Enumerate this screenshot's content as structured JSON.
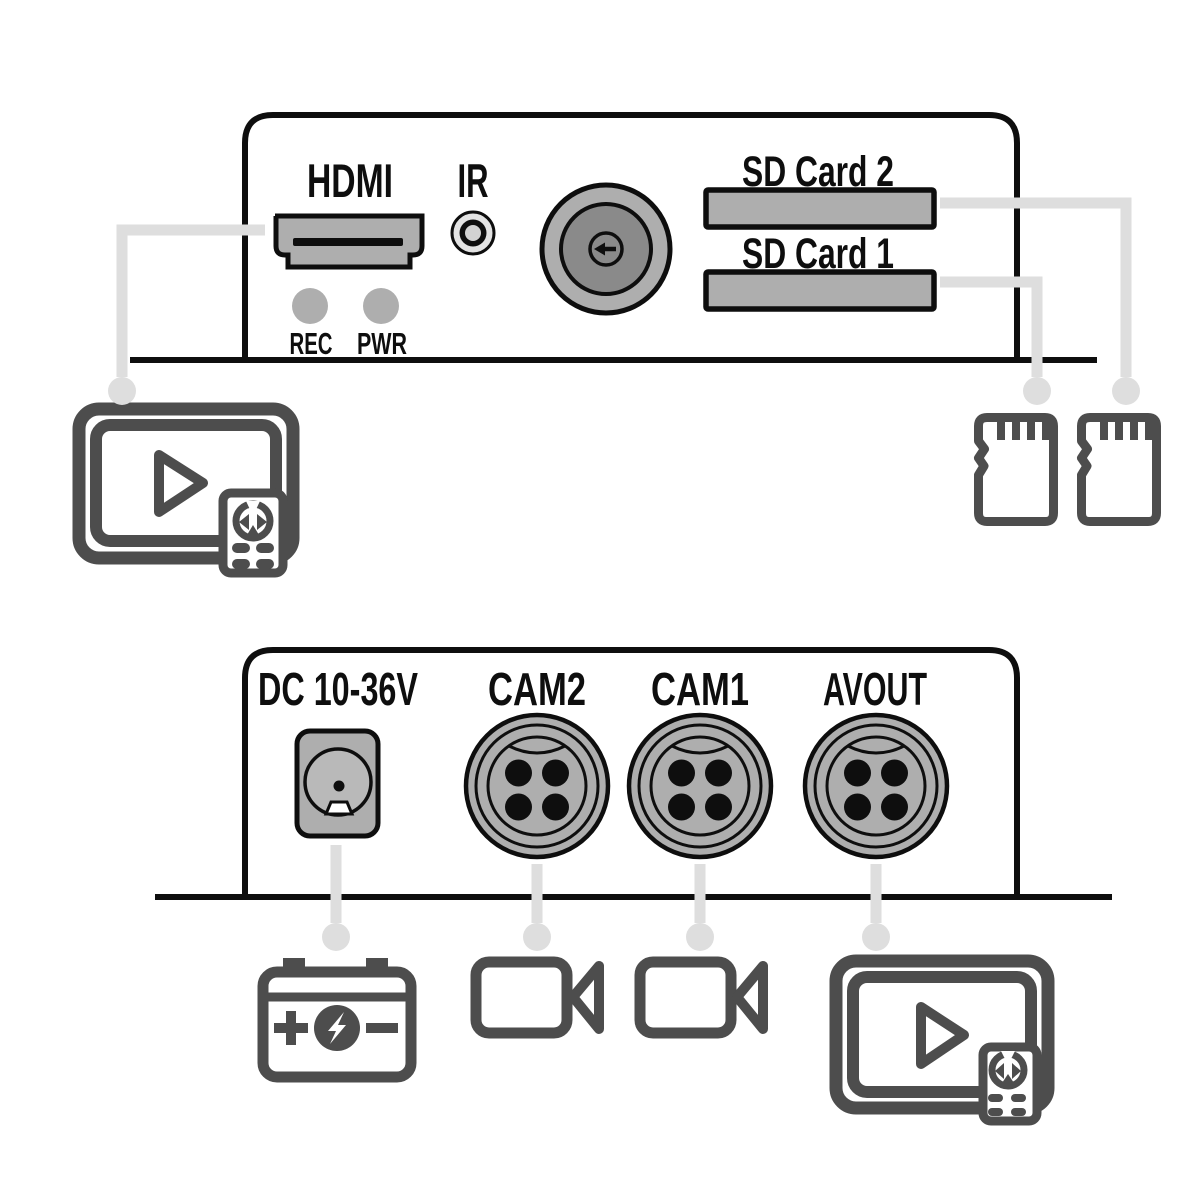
{
  "colors": {
    "background": "#ffffff",
    "outline": "#0e0e0e",
    "port-fill": "#aeaeae",
    "port-dark": "#8a8a8a",
    "connector-line": "#dedede",
    "icon-stroke": "#4d4d4d"
  },
  "top_panel": {
    "hdmi_label": "HDMI",
    "ir_label": "IR",
    "rec_label": "REC",
    "pwr_label": "PWR",
    "sd_card_2_label": "SD Card 2",
    "sd_card_1_label": "SD Card 1"
  },
  "bottom_panel": {
    "dc_label": "DC 10-36V",
    "cam2_label": "CAM2",
    "cam1_label": "CAM1",
    "avout_label": "AVOUT"
  },
  "icons": {
    "top_left": "monitor-with-remote",
    "top_right_left_card": "micro-sd-card",
    "top_right_right_card": "micro-sd-card",
    "bottom_power": "battery",
    "bottom_cam2": "video-camera",
    "bottom_cam1": "video-camera",
    "bottom_avout": "monitor-with-remote"
  }
}
